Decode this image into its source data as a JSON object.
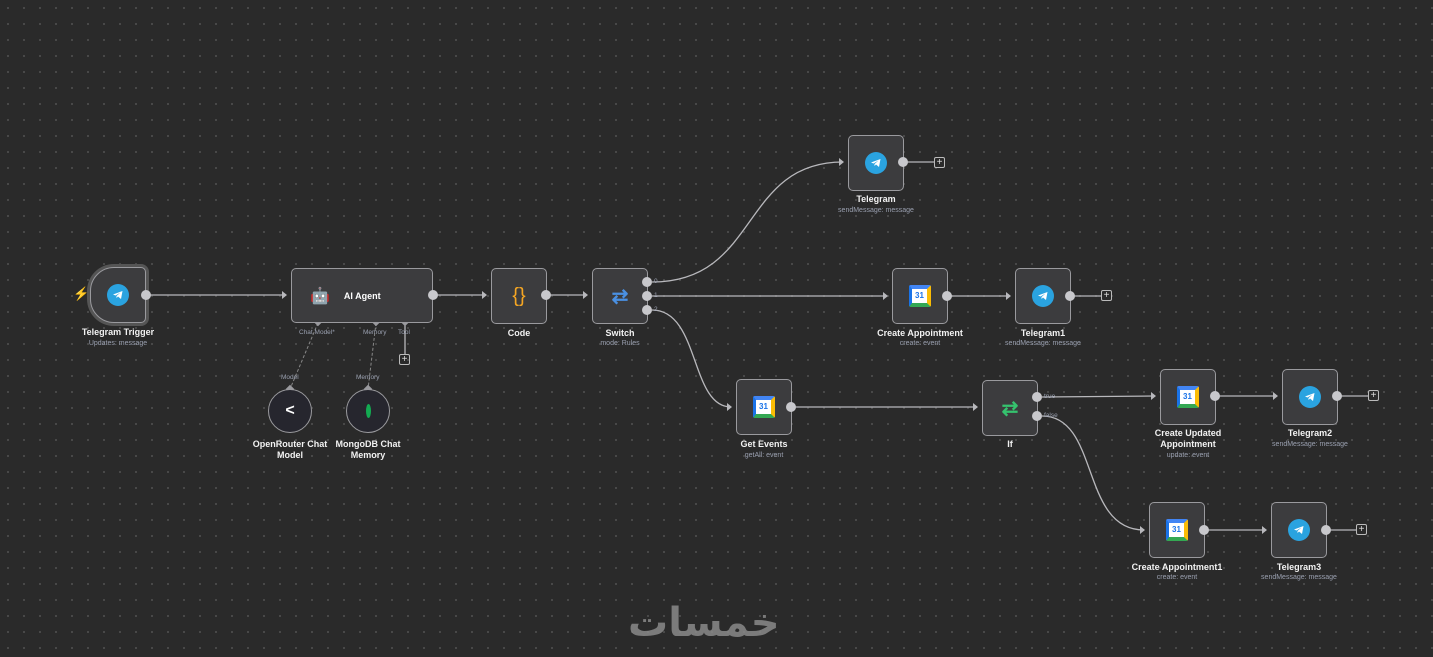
{
  "nodes": {
    "telegram_trigger": {
      "name": "Telegram Trigger",
      "sub": "Updates: message"
    },
    "ai_agent": {
      "name": "AI Agent",
      "handles": {
        "chat_model": "Chat Model*",
        "memory": "Memory",
        "tool": "Tool"
      }
    },
    "code": {
      "name": "Code",
      "icon": "{}"
    },
    "switch": {
      "name": "Switch",
      "sub": "mode: Rules",
      "outputs": [
        "0",
        "1",
        "2"
      ]
    },
    "telegram": {
      "name": "Telegram",
      "sub": "sendMessage: message"
    },
    "create_appointment": {
      "name": "Create Appointment",
      "sub": "create: event"
    },
    "telegram1": {
      "name": "Telegram1",
      "sub": "sendMessage: message"
    },
    "get_events": {
      "name": "Get Events",
      "sub": "getAll: event"
    },
    "if": {
      "name": "If",
      "outputs": [
        "true",
        "false"
      ]
    },
    "create_updated": {
      "name": "Create Updated Appointment",
      "sub": "update: event"
    },
    "telegram2": {
      "name": "Telegram2",
      "sub": "sendMessage: message"
    },
    "create_appointment1": {
      "name": "Create Appointment1",
      "sub": "create: event"
    },
    "telegram3": {
      "name": "Telegram3",
      "sub": "sendMessage: message"
    },
    "openrouter": {
      "name": "OpenRouter Chat Model",
      "handle": "Model"
    },
    "mongodb": {
      "name": "MongoDB Chat Memory",
      "handle": "Memory"
    }
  },
  "calendar_day": "31",
  "watermark": "خمسات",
  "colors": {
    "telegram": "#2aa3e0",
    "switch": "#4a90e2",
    "if": "#35c26e",
    "code": "#f5a623",
    "trigger": "#ff6d5a"
  }
}
